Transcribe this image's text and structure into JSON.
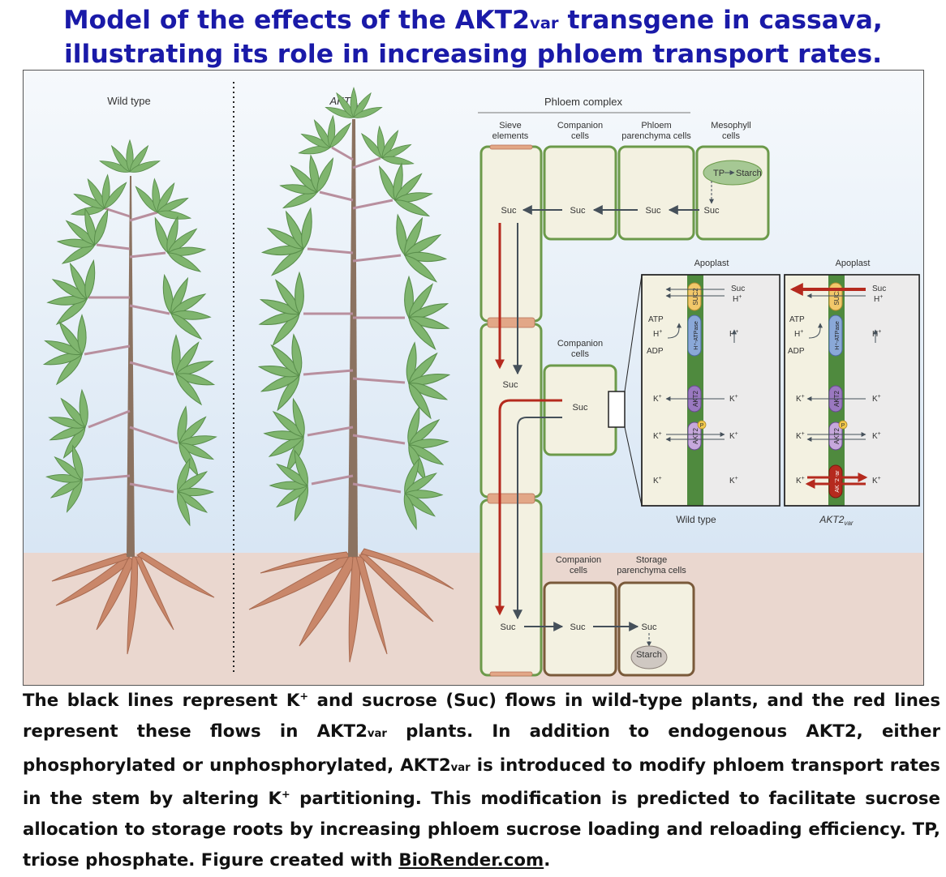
{
  "title": {
    "line1_pre": "Model of the effects of the ",
    "line1_akt": "AKT2",
    "line1_var": "var",
    "line1_post": " transgene in cassava,",
    "line2": "illustrating its role in increasing phloem transport rates."
  },
  "figure": {
    "left_label_wild": "Wild type",
    "left_label_akt": "AKT2",
    "left_label_akt_sub": "var",
    "phloem_complex": "Phloem complex",
    "top_row": {
      "sieve_l1": "Sieve",
      "sieve_l2": "elements",
      "companion_l1": "Companion",
      "companion_l2": "cells",
      "parenchyma_l1": "Phloem",
      "parenchyma_l2": "parenchyma cells",
      "mesophyll_l1": "Mesophyll",
      "mesophyll_l2": "cells",
      "tp": "TP",
      "starch": "Starch",
      "suc": "Suc"
    },
    "mid_row": {
      "companion_l1": "Companion",
      "companion_l2": "cells",
      "suc": "Suc"
    },
    "bottom_row": {
      "companion_l1": "Companion",
      "companion_l2": "cells",
      "storage_l1": "Storage",
      "storage_l2": "parenchyma cells",
      "suc": "Suc",
      "starch": "Starch"
    },
    "inset_wild": {
      "apoplast": "Apoplast",
      "label": "Wild type",
      "suc": "Suc",
      "h": "H",
      "atp": "ATP",
      "adp": "ADP",
      "k": "K",
      "suc2": "SUC2",
      "atpase": "H⁺-ATPase",
      "akt2": "AKT2",
      "p": "P"
    },
    "inset_var": {
      "apoplast": "Apoplast",
      "label": "AKT2",
      "label_sub": "var",
      "suc": "Suc",
      "h": "H",
      "atp": "ATP",
      "adp": "ADP",
      "k": "K",
      "suc2": "SUC2",
      "atpase": "H⁺-ATPase",
      "akt2": "AKT2",
      "p": "P",
      "akt2var": "AKT2var"
    },
    "colors": {
      "sky_top": "#f5f8fc",
      "sky_bottom": "#dbe8f5",
      "soil": "#ead7cf",
      "cell_fill": "#f3f1e1",
      "cell_border": "#6c9a4a",
      "red_arrow": "#b52a1e",
      "black_arrow": "#45505a",
      "title": "#1a1aa8",
      "leaf": "#7fb56e",
      "root": "#c9876a"
    }
  },
  "caption": {
    "t1": "The black lines represent K",
    "sup_plus_1": "+",
    "t2": " and sucrose (Suc) flows in wild-type plants, and the red lines represent these flows in AKT2",
    "sub_var_1": "var",
    "t3": " plants. In addition to endogenous AKT2, either phosphorylated or unphosphorylated, AKT2",
    "sub_var_2": "var",
    "t4": " is introduced to modify phloem transport rates in the stem by altering K",
    "sup_plus_2": "+",
    "t5": " partitioning. This modification is predicted to facilitate sucrose allocation to storage roots by increasing phloem sucrose loading and reloading efficiency. TP, triose phosphate. Figure created with ",
    "link": "BioRender.com",
    "t6": "."
  }
}
